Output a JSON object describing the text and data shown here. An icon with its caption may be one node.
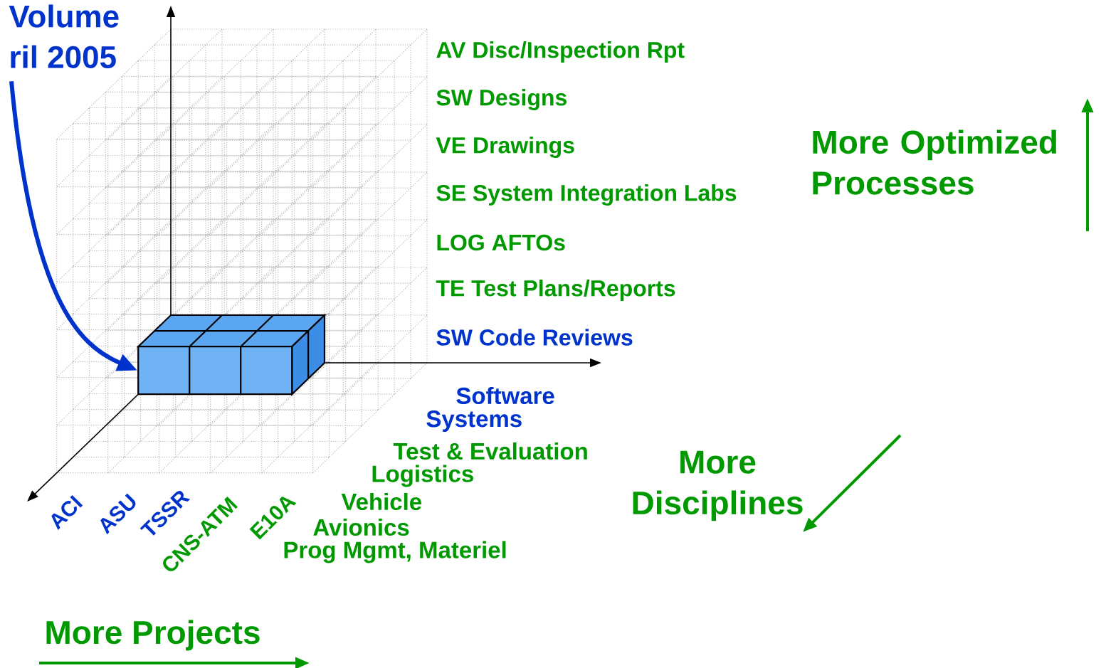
{
  "diagram": {
    "nodes": [
      {
        "text": [
          "Volume",
          "ril 2005"
        ]
      },
      {
        "text": [],
        "shape": "box"
      }
    ],
    "edges": [
      {
        "from": 0,
        "to": 1,
        "arrow": "to"
      }
    ],
    "labels": [
      "AV Disc/Inspection Rpt",
      "SW Designs",
      "VE Drawings",
      "SE System Integration Labs",
      "LOG AFTOs",
      "TE Test Plans/Reports",
      "SW Code Reviews",
      "More Optimized Processes",
      "Software",
      "Systems",
      "Test & Evaluation",
      "Logistics",
      "Vehicle",
      "Avionics",
      "Prog Mgmt, Materiel",
      "More Disciplines",
      "ACI",
      "ASU",
      "TSSR",
      "CNS-ATM",
      "E10A",
      "More Projects"
    ]
  }
}
